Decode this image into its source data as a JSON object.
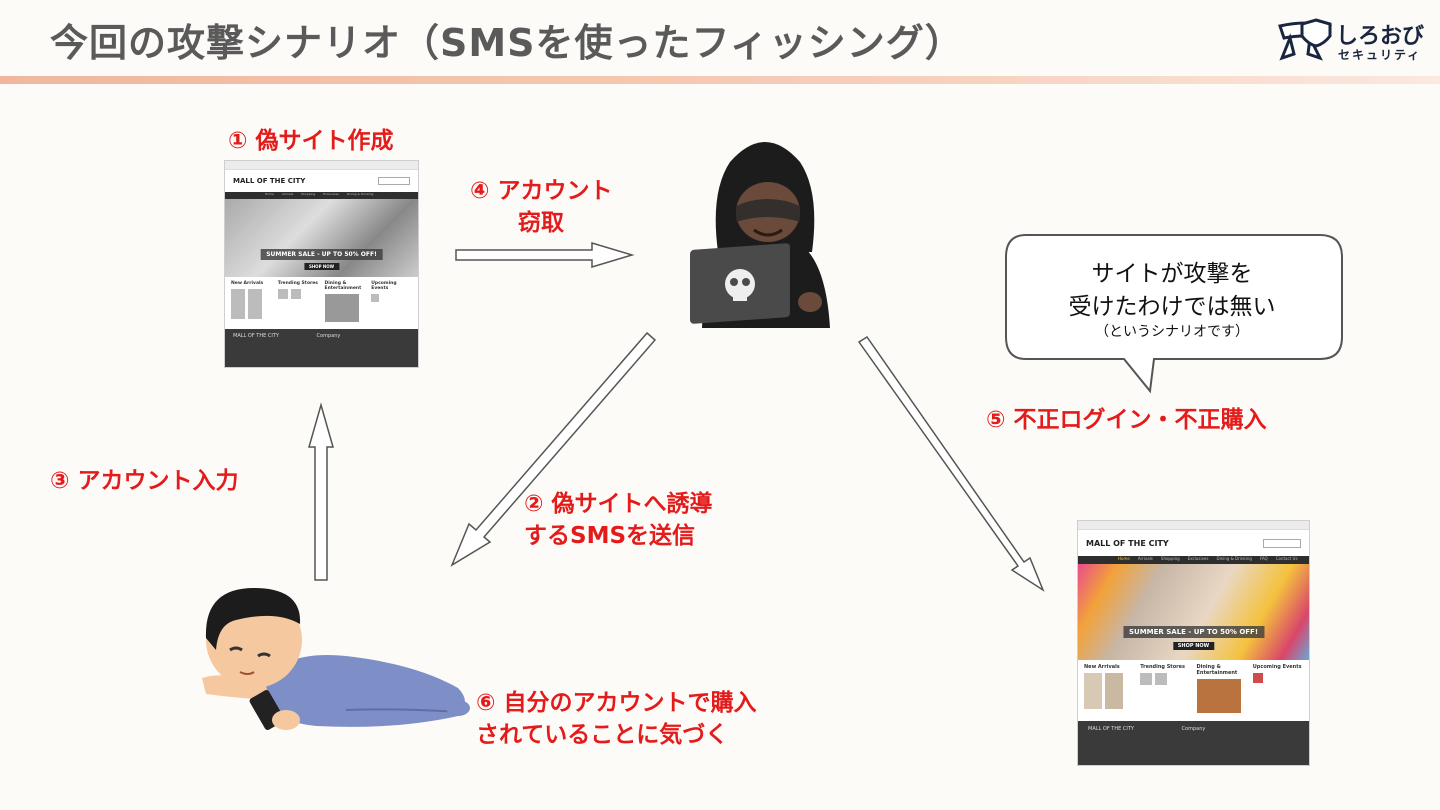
{
  "title": "今回の攻撃シナリオ（SMSを使ったフィッシング）",
  "logo": {
    "line1": "しろおび",
    "line2": "セキュリティ"
  },
  "steps": {
    "s1": "① 偽サイト作成",
    "s4a": "④ アカウント",
    "s4b": "窃取",
    "s5": "⑤ 不正ログイン・不正購入",
    "s3": "③ アカウント入力",
    "s2a": "② 偽サイトへ誘導",
    "s2b": "するSMSを送信",
    "s6a": "⑥ 自分のアカウントで購入",
    "s6b": "されていることに気づく"
  },
  "bubble": {
    "line1": "サイトが攻撃を",
    "line2": "受けたわけでは無い",
    "line3": "（というシナリオです）"
  },
  "site": {
    "brand": "MALL OF THE CITY",
    "nav": [
      "Home",
      "Arrivals",
      "Shopping",
      "Exclusives",
      "Dining & Drinking",
      "FAQ",
      "Contact Us"
    ],
    "banner": "SUMMER SALE - UP TO 50% OFF!",
    "shop_button": "SHOP NOW",
    "columns": [
      "New Arrivals",
      "Trending Stores",
      "Dining & Entertainment",
      "Upcoming Events"
    ],
    "footer_brand": "MALL OF THE CITY",
    "footer_company": "Company"
  },
  "colors": {
    "accent_red": "#e31b1b",
    "title_gray": "#5a5a5a",
    "title_bar": "#f0b79c",
    "logo_navy": "#1a2540"
  }
}
